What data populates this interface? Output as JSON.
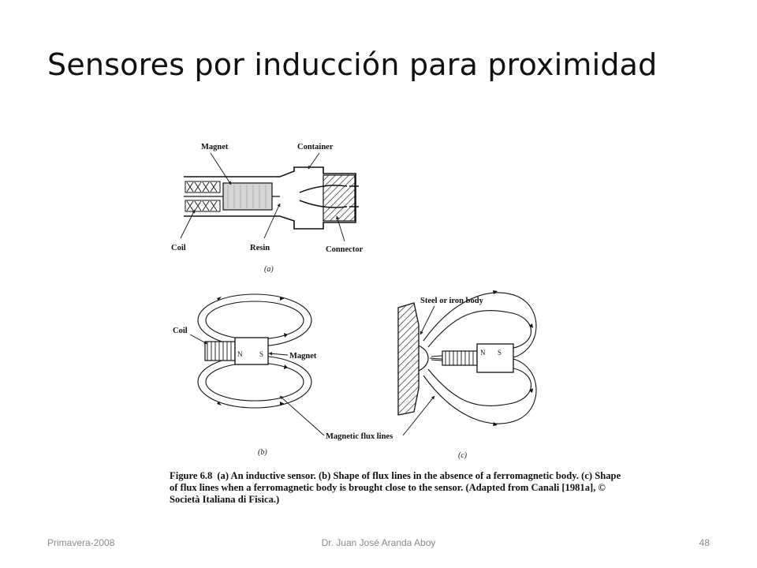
{
  "slide": {
    "title": "Sensores por inducción para proximidad"
  },
  "figure": {
    "part_a": {
      "labels": {
        "magnet": "Magnet",
        "container": "Container",
        "coil": "Coil",
        "resin": "Resin",
        "connector": "Connector"
      },
      "tag": "(a)"
    },
    "part_b": {
      "labels": {
        "coil": "Coil",
        "magnet": "Magnet",
        "north": "N",
        "south": "S"
      },
      "tag": "(b)"
    },
    "part_c": {
      "labels": {
        "body": "Steel or iron body",
        "north": "N",
        "south": "S"
      },
      "tag": "(c)"
    },
    "flux_label": "Magnetic flux lines",
    "caption": {
      "label": "Figure 6.8",
      "text": "(a) An inductive sensor. (b) Shape of flux lines in the absence of a ferromagnetic body. (c) Shape of flux lines when a ferromagnetic body is brought close to the sensor. (Adapted from Canali [1981a], © Società Italiana di Fisica.)"
    }
  },
  "footer": {
    "left": "Primavera-2008",
    "center": "Dr. Juan José Aranda Aboy",
    "page": "48"
  }
}
